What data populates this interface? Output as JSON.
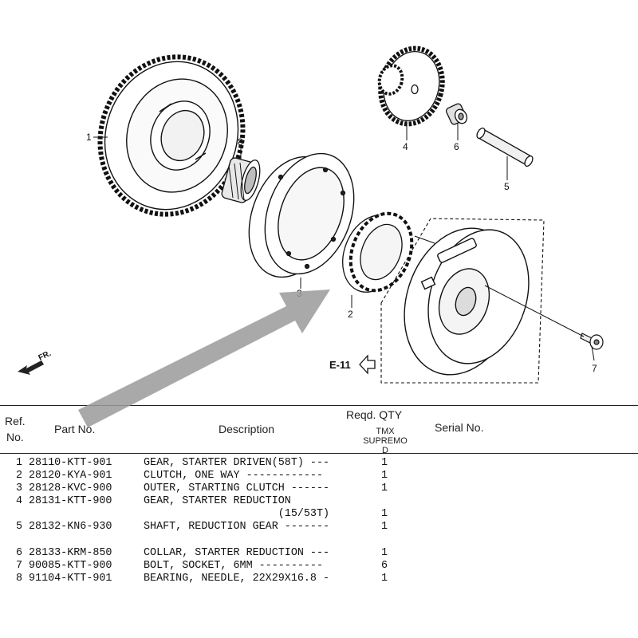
{
  "diagram": {
    "callouts": [
      "1",
      "8",
      "3",
      "2",
      "4",
      "6",
      "5",
      "7"
    ],
    "reference_label": "E-11",
    "direction_label": "FR."
  },
  "table": {
    "headers": {
      "ref_line1": "Ref.",
      "ref_line2": "No.",
      "part_no": "Part No.",
      "description": "Description",
      "reqd_qty": "Reqd. QTY",
      "model_line1": "TMX",
      "model_line2": "SUPREMO",
      "model_line3": "D",
      "serial_no": "Serial No."
    },
    "rows": [
      {
        "ref": "1",
        "part": "28110-KTT-901",
        "desc": "GEAR, STARTER DRIVEN(58T) ---",
        "qty": "1"
      },
      {
        "ref": "2",
        "part": "28120-KYA-901",
        "desc": "CLUTCH, ONE WAY ------------",
        "qty": "1"
      },
      {
        "ref": "3",
        "part": "28128-KVC-900",
        "desc": "OUTER, STARTING CLUTCH ------",
        "qty": "1"
      },
      {
        "ref": "4",
        "part": "28131-KTT-900",
        "desc": "GEAR, STARTER REDUCTION",
        "qty": ""
      },
      {
        "ref": "",
        "part": "",
        "desc": "                     (15/53T)",
        "qty": "1"
      },
      {
        "ref": "5",
        "part": "28132-KN6-930",
        "desc": "SHAFT, REDUCTION GEAR -------",
        "qty": "1"
      },
      {
        "ref": "6",
        "part": "28133-KRM-850",
        "desc": "COLLAR, STARTER REDUCTION ---",
        "qty": "1"
      },
      {
        "ref": "7",
        "part": "90085-KTT-900",
        "desc": "BOLT, SOCKET, 6MM ----------",
        "qty": "6"
      },
      {
        "ref": "8",
        "part": "91104-KTT-901",
        "desc": "BEARING, NEEDLE, 22X29X16.8 -",
        "qty": "1"
      }
    ]
  },
  "colors": {
    "overlay_arrow": "#9a9a9a",
    "line": "#111111"
  }
}
